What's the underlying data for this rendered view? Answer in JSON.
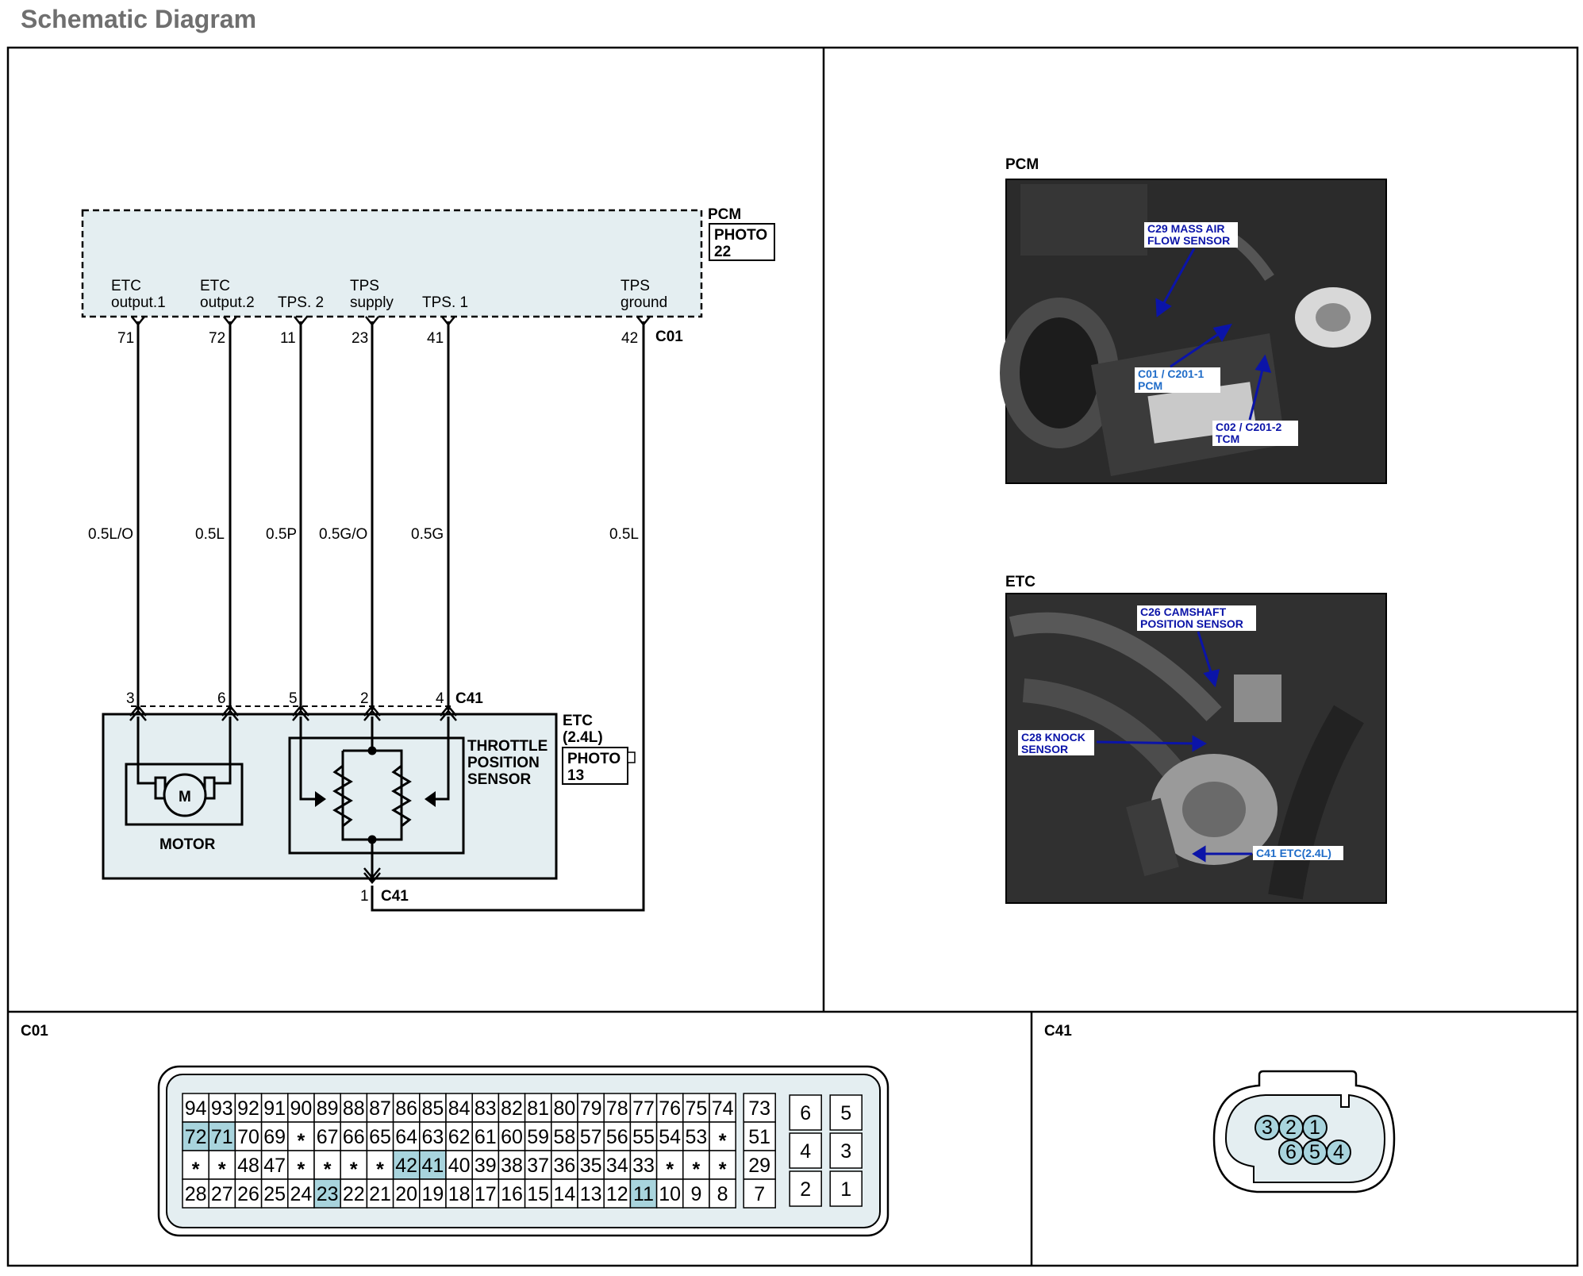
{
  "page_title": "Schematic Diagram",
  "colors": {
    "module_fill": "#e4eef1",
    "pin_highlight": "#a8d4dd",
    "callout_blue": "#0b14a8",
    "title_gray": "#6f6f6f"
  },
  "pcm": {
    "name": "PCM",
    "photo_label": "PHOTO",
    "photo_number": "22",
    "connector": "C01",
    "signals": [
      {
        "line1": "ETC",
        "line2": "output.1",
        "pin": "71",
        "wire": "0.5L/O"
      },
      {
        "line1": "ETC",
        "line2": "output.2",
        "pin": "72",
        "wire": "0.5L"
      },
      {
        "line1": "",
        "line2": "TPS. 2",
        "pin": "11",
        "wire": "0.5P"
      },
      {
        "line1": "TPS",
        "line2": "supply",
        "pin": "23",
        "wire": "0.5G/O"
      },
      {
        "line1": "",
        "line2": "TPS. 1",
        "pin": "41",
        "wire": "0.5G"
      },
      {
        "line1": "TPS",
        "line2": "ground",
        "pin": "42",
        "wire": "0.5L"
      }
    ]
  },
  "etc": {
    "name_line1": "ETC",
    "name_line2": "(2.4L)",
    "photo_label": "PHOTO",
    "photo_number": "13",
    "connector": "C41",
    "top_pins": [
      "3",
      "6",
      "5",
      "2",
      "4"
    ],
    "bottom_pin": "1",
    "motor_symbol": "M",
    "motor_label": "MOTOR",
    "sensor_label_1": "THROTTLE",
    "sensor_label_2": "POSITION",
    "sensor_label_3": "SENSOR"
  },
  "photos": {
    "pcm": {
      "heading": "PCM",
      "callouts": [
        {
          "line1": "C29 MASS AIR",
          "line2": "FLOW SENSOR"
        },
        {
          "line1": "C01 / C201-1",
          "line2": "PCM"
        },
        {
          "line1": "C02 / C201-2",
          "line2": "TCM"
        }
      ]
    },
    "etc": {
      "heading": "ETC",
      "callouts": [
        {
          "line1": "C26 CAMSHAFT",
          "line2": "POSITION SENSOR"
        },
        {
          "line1": "C28 KNOCK",
          "line2": "SENSOR"
        },
        {
          "line1": "C41 ETC(2.4L)",
          "line2": ""
        }
      ]
    }
  },
  "c01_face": {
    "label": "C01",
    "rows": [
      [
        "94",
        "93",
        "92",
        "91",
        "90",
        "89",
        "88",
        "87",
        "86",
        "85",
        "84",
        "83",
        "82",
        "81",
        "80",
        "79",
        "78",
        "77",
        "76",
        "75",
        "74"
      ],
      [
        "72",
        "71",
        "70",
        "69",
        "*",
        "67",
        "66",
        "65",
        "64",
        "63",
        "62",
        "61",
        "60",
        "59",
        "58",
        "57",
        "56",
        "55",
        "54",
        "53",
        "*"
      ],
      [
        "*",
        "*",
        "48",
        "47",
        "*",
        "*",
        "*",
        "*",
        "42",
        "41",
        "40",
        "39",
        "38",
        "37",
        "36",
        "35",
        "34",
        "33",
        "*",
        "*",
        "*"
      ],
      [
        "28",
        "27",
        "26",
        "25",
        "24",
        "23",
        "22",
        "21",
        "20",
        "19",
        "18",
        "17",
        "16",
        "15",
        "14",
        "13",
        "12",
        "11",
        "10",
        "9",
        "8"
      ]
    ],
    "side_col": [
      "73",
      "51",
      "29",
      "7"
    ],
    "right_pairs": [
      [
        "6",
        "5"
      ],
      [
        "4",
        "3"
      ],
      [
        "2",
        "1"
      ]
    ],
    "highlighted": [
      "72",
      "71",
      "42",
      "41",
      "23",
      "11"
    ]
  },
  "c41_face": {
    "label": "C41",
    "top_row": [
      "3",
      "2",
      "1"
    ],
    "bottom_row": [
      "6",
      "5",
      "4"
    ]
  }
}
